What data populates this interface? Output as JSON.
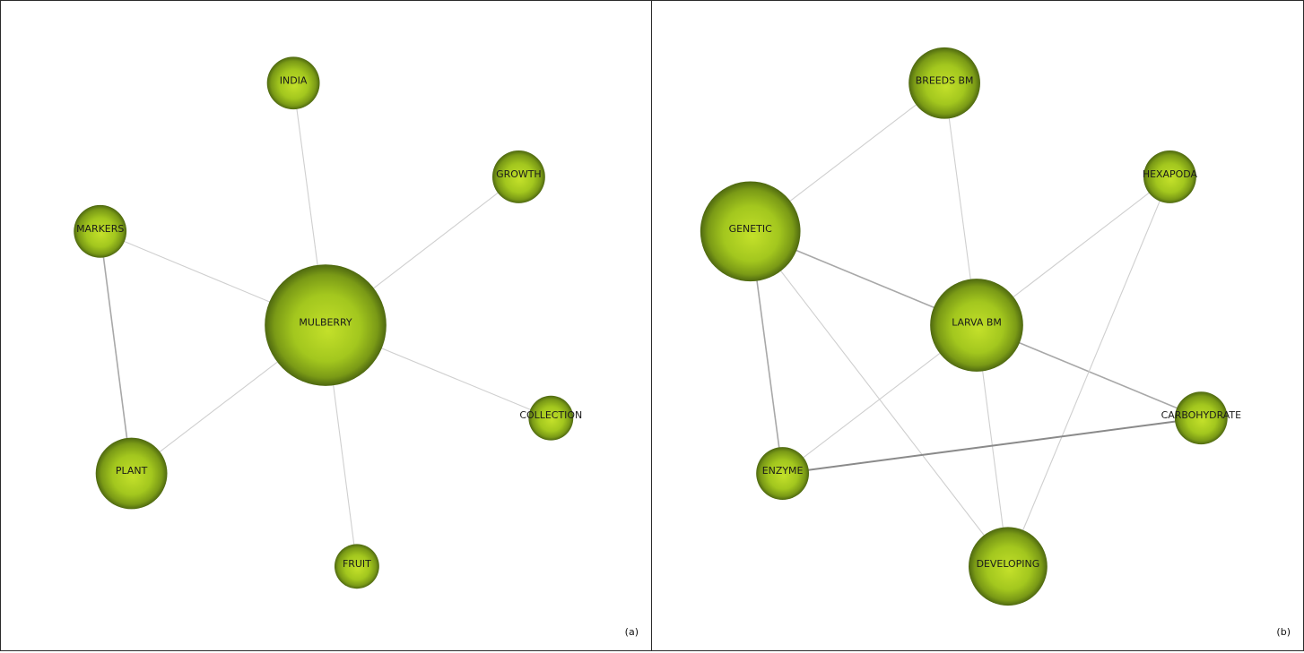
{
  "panels": [
    {
      "id": "a",
      "tag": "(a)",
      "node_color": "#9dc21e",
      "nodes": [
        {
          "id": "MULBERRY",
          "label": "MULBERRY",
          "weight": 5
        },
        {
          "id": "INDIA",
          "label": "INDIA",
          "weight": 2
        },
        {
          "id": "GROWTH",
          "label": "GROWTH",
          "weight": 2
        },
        {
          "id": "MARKERS",
          "label": "MARKERS",
          "weight": 2
        },
        {
          "id": "COLLECTION",
          "label": "COLLECTION",
          "weight": 1
        },
        {
          "id": "PLANT",
          "label": "PLANT",
          "weight": 3
        },
        {
          "id": "FRUIT",
          "label": "FRUIT",
          "weight": 1
        }
      ],
      "edges": [
        {
          "source": "MULBERRY",
          "target": "INDIA",
          "weight": 1
        },
        {
          "source": "MULBERRY",
          "target": "GROWTH",
          "weight": 1
        },
        {
          "source": "MULBERRY",
          "target": "MARKERS",
          "weight": 1
        },
        {
          "source": "MULBERRY",
          "target": "COLLECTION",
          "weight": 1
        },
        {
          "source": "MULBERRY",
          "target": "PLANT",
          "weight": 1
        },
        {
          "source": "MULBERRY",
          "target": "FRUIT",
          "weight": 1
        },
        {
          "source": "MARKERS",
          "target": "PLANT",
          "weight": 2
        }
      ]
    },
    {
      "id": "b",
      "tag": "(b)",
      "node_color": "#9dc21e",
      "nodes": [
        {
          "id": "BREEDS BM",
          "label": "BREEDS BM",
          "weight": 3
        },
        {
          "id": "HEXAPODA",
          "label": "HEXAPODA",
          "weight": 2
        },
        {
          "id": "GENETIC",
          "label": "GENETIC",
          "weight": 5
        },
        {
          "id": "LARVA BM",
          "label": "LARVA BM",
          "weight": 4
        },
        {
          "id": "CARBOHYDRATE",
          "label": "CARBOHYDRATE",
          "weight": 2
        },
        {
          "id": "ENZYME",
          "label": "ENZYME",
          "weight": 2
        },
        {
          "id": "DEVELOPING",
          "label": "DEVELOPING",
          "weight": 3
        }
      ],
      "edges": [
        {
          "source": "GENETIC",
          "target": "BREEDS BM",
          "weight": 1
        },
        {
          "source": "GENETIC",
          "target": "LARVA BM",
          "weight": 2
        },
        {
          "source": "GENETIC",
          "target": "ENZYME",
          "weight": 2
        },
        {
          "source": "GENETIC",
          "target": "DEVELOPING",
          "weight": 1
        },
        {
          "source": "BREEDS BM",
          "target": "LARVA BM",
          "weight": 1
        },
        {
          "source": "LARVA BM",
          "target": "HEXAPODA",
          "weight": 1
        },
        {
          "source": "LARVA BM",
          "target": "CARBOHYDRATE",
          "weight": 2
        },
        {
          "source": "LARVA BM",
          "target": "ENZYME",
          "weight": 1
        },
        {
          "source": "LARVA BM",
          "target": "DEVELOPING",
          "weight": 1
        },
        {
          "source": "HEXAPODA",
          "target": "DEVELOPING",
          "weight": 1
        },
        {
          "source": "ENZYME",
          "target": "CARBOHYDRATE",
          "weight": 3
        }
      ]
    }
  ]
}
